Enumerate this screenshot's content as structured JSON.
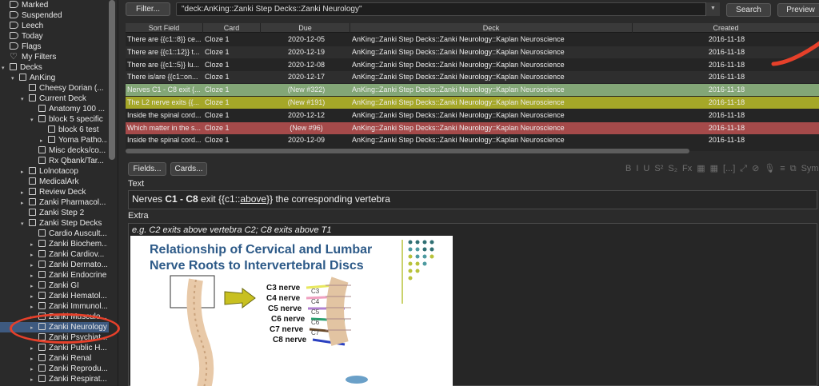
{
  "sidebar": {
    "items": [
      {
        "label": "Marked",
        "indent": 0,
        "icon": "tag",
        "arrow": ""
      },
      {
        "label": "Suspended",
        "indent": 0,
        "icon": "tag",
        "arrow": ""
      },
      {
        "label": "Leech",
        "indent": 0,
        "icon": "tag",
        "arrow": ""
      },
      {
        "label": "Today",
        "indent": 0,
        "icon": "tag",
        "arrow": ""
      },
      {
        "label": "Flags",
        "indent": 0,
        "icon": "tag",
        "arrow": ""
      },
      {
        "label": "My Filters",
        "indent": 0,
        "icon": "heart",
        "arrow": ""
      },
      {
        "label": "Decks",
        "indent": 0,
        "icon": "deck",
        "arrow": "▾"
      },
      {
        "label": "AnKing",
        "indent": 1,
        "icon": "deck",
        "arrow": "▾"
      },
      {
        "label": "Cheesy Dorian (...",
        "indent": 2,
        "icon": "deck",
        "arrow": ""
      },
      {
        "label": "Current Deck",
        "indent": 2,
        "icon": "deck",
        "arrow": "▾"
      },
      {
        "label": "Anatomy 100 ...",
        "indent": 3,
        "icon": "deck",
        "arrow": ""
      },
      {
        "label": "block 5 specific",
        "indent": 3,
        "icon": "deck",
        "arrow": "▾"
      },
      {
        "label": "block 6 test",
        "indent": 4,
        "icon": "deck",
        "arrow": ""
      },
      {
        "label": "Yoma Patho...",
        "indent": 4,
        "icon": "deck",
        "arrow": "▸"
      },
      {
        "label": "Misc decks/co...",
        "indent": 3,
        "icon": "deck",
        "arrow": ""
      },
      {
        "label": "Rx Qbank/Tar...",
        "indent": 3,
        "icon": "deck",
        "arrow": ""
      },
      {
        "label": "Lolnotacop",
        "indent": 2,
        "icon": "deck",
        "arrow": "▸"
      },
      {
        "label": "MedicalArk",
        "indent": 2,
        "icon": "deck",
        "arrow": ""
      },
      {
        "label": "Review Deck",
        "indent": 2,
        "icon": "deck",
        "arrow": "▸"
      },
      {
        "label": "Zanki Pharmacol...",
        "indent": 2,
        "icon": "deck",
        "arrow": "▸"
      },
      {
        "label": "Zanki Step 2",
        "indent": 2,
        "icon": "deck",
        "arrow": ""
      },
      {
        "label": "Zanki Step Decks",
        "indent": 2,
        "icon": "deck",
        "arrow": "▾"
      },
      {
        "label": "Cardio Auscult...",
        "indent": 3,
        "icon": "deck",
        "arrow": ""
      },
      {
        "label": "Zanki Biochem...",
        "indent": 3,
        "icon": "deck",
        "arrow": "▸"
      },
      {
        "label": "Zanki Cardiov...",
        "indent": 3,
        "icon": "deck",
        "arrow": "▸"
      },
      {
        "label": "Zanki Dermato...",
        "indent": 3,
        "icon": "deck",
        "arrow": "▸"
      },
      {
        "label": "Zanki Endocrine",
        "indent": 3,
        "icon": "deck",
        "arrow": "▸"
      },
      {
        "label": "Zanki GI",
        "indent": 3,
        "icon": "deck",
        "arrow": "▸"
      },
      {
        "label": "Zanki Hematol...",
        "indent": 3,
        "icon": "deck",
        "arrow": "▸"
      },
      {
        "label": "Zanki Immunol...",
        "indent": 3,
        "icon": "deck",
        "arrow": "▸"
      },
      {
        "label": "Zanki Musculo...",
        "indent": 3,
        "icon": "deck",
        "arrow": "▸"
      },
      {
        "label": "Zanki Neurology",
        "indent": 3,
        "icon": "deck",
        "arrow": "▸",
        "selected": true
      },
      {
        "label": "Zanki Psychiat...",
        "indent": 3,
        "icon": "deck",
        "arrow": ""
      },
      {
        "label": "Zanki Public H...",
        "indent": 3,
        "icon": "deck",
        "arrow": "▸"
      },
      {
        "label": "Zanki Renal",
        "indent": 3,
        "icon": "deck",
        "arrow": "▸"
      },
      {
        "label": "Zanki Reprodu...",
        "indent": 3,
        "icon": "deck",
        "arrow": "▸"
      },
      {
        "label": "Zanki Respirat...",
        "indent": 3,
        "icon": "deck",
        "arrow": "▸"
      }
    ]
  },
  "toolbar": {
    "filter_label": "Filter...",
    "search_query": "\"deck:AnKing::Zanki Step Decks::Zanki Neurology\"",
    "search_label": "Search",
    "preview_label": "Preview"
  },
  "table": {
    "headers": [
      "Sort Field",
      "Card",
      "Due",
      "Deck",
      "Created"
    ],
    "rows": [
      {
        "sort": "There are {{c1::8}} ce...",
        "card": "Cloze 1",
        "due": "2020-12-05",
        "deck": "AnKing::Zanki Step Decks::Zanki Neurology::Kaplan Neuroscience",
        "created": "2016-11-18",
        "style": "normal"
      },
      {
        "sort": "There are {{c1::12}} t...",
        "card": "Cloze 1",
        "due": "2020-12-19",
        "deck": "AnKing::Zanki Step Decks::Zanki Neurology::Kaplan Neuroscience",
        "created": "2016-11-18",
        "style": "alt"
      },
      {
        "sort": "There are {{c1::5}} lu...",
        "card": "Cloze 1",
        "due": "2020-12-08",
        "deck": "AnKing::Zanki Step Decks::Zanki Neurology::Kaplan Neuroscience",
        "created": "2016-11-18",
        "style": "normal"
      },
      {
        "sort": "There is/are {{c1::on...",
        "card": "Cloze 1",
        "due": "2020-12-17",
        "deck": "AnKing::Zanki Step Decks::Zanki Neurology::Kaplan Neuroscience",
        "created": "2016-11-18",
        "style": "alt"
      },
      {
        "sort": "Nerves C1 - C8 exit {...",
        "card": "Cloze 1",
        "due": "(New #322)",
        "deck": "AnKing::Zanki Step Decks::Zanki Neurology::Kaplan Neuroscience",
        "created": "2016-11-18",
        "style": "green"
      },
      {
        "sort": "The L2 nerve exits {{...",
        "card": "Cloze 1",
        "due": "(New #191)",
        "deck": "AnKing::Zanki Step Decks::Zanki Neurology::Kaplan Neuroscience",
        "created": "2016-11-18",
        "style": "olive"
      },
      {
        "sort": "Inside the spinal cord...",
        "card": "Cloze 1",
        "due": "2020-12-12",
        "deck": "AnKing::Zanki Step Decks::Zanki Neurology::Kaplan Neuroscience",
        "created": "2016-11-18",
        "style": "normal"
      },
      {
        "sort": "Which matter in the s...",
        "card": "Cloze 1",
        "due": "(New #96)",
        "deck": "AnKing::Zanki Step Decks::Zanki Neurology::Kaplan Neuroscience",
        "created": "2016-11-18",
        "style": "red"
      },
      {
        "sort": "Inside the spinal cord...",
        "card": "Cloze 1",
        "due": "2020-12-09",
        "deck": "AnKing::Zanki Step Decks::Zanki Neurology::Kaplan Neuroscience",
        "created": "2016-11-18",
        "style": "normal"
      }
    ]
  },
  "editor": {
    "fields_label": "Fields...",
    "cards_label": "Cards...",
    "format_icons": [
      "B",
      "I",
      "U",
      "S²",
      "S₂",
      "Fx",
      "▦",
      "▦",
      "[...]",
      "⤢",
      "⊘",
      "🎙",
      "≡",
      "⧉",
      "Sym"
    ],
    "text_label": "Text",
    "text_pre": "Nerves ",
    "text_bold": "C1 - C8",
    "text_mid": " exit {{c1::",
    "text_underline": "above",
    "text_post": "}} the corresponding vertebra",
    "extra_label": "Extra",
    "extra_text": "e.g. C2 exits above vertebra C2; C8 exits above T1",
    "slide": {
      "title_line1": "Relationship of Cervical and Lumbar",
      "title_line2": "Nerve Roots to Intervertebral Discs",
      "nerves": [
        "C3 nerve",
        "C4 nerve",
        "C5 nerve",
        "C6 nerve",
        "C7 nerve",
        "C8 nerve"
      ],
      "vertebra_labels": [
        "C3",
        "C4",
        "C5",
        "C6",
        "C7"
      ]
    }
  },
  "colors": {
    "green_row": "#83a677",
    "olive_row": "#a5a728",
    "red_row": "#a54a4a",
    "annotation": "#e6402a",
    "selected_item": "#3e5a80"
  }
}
